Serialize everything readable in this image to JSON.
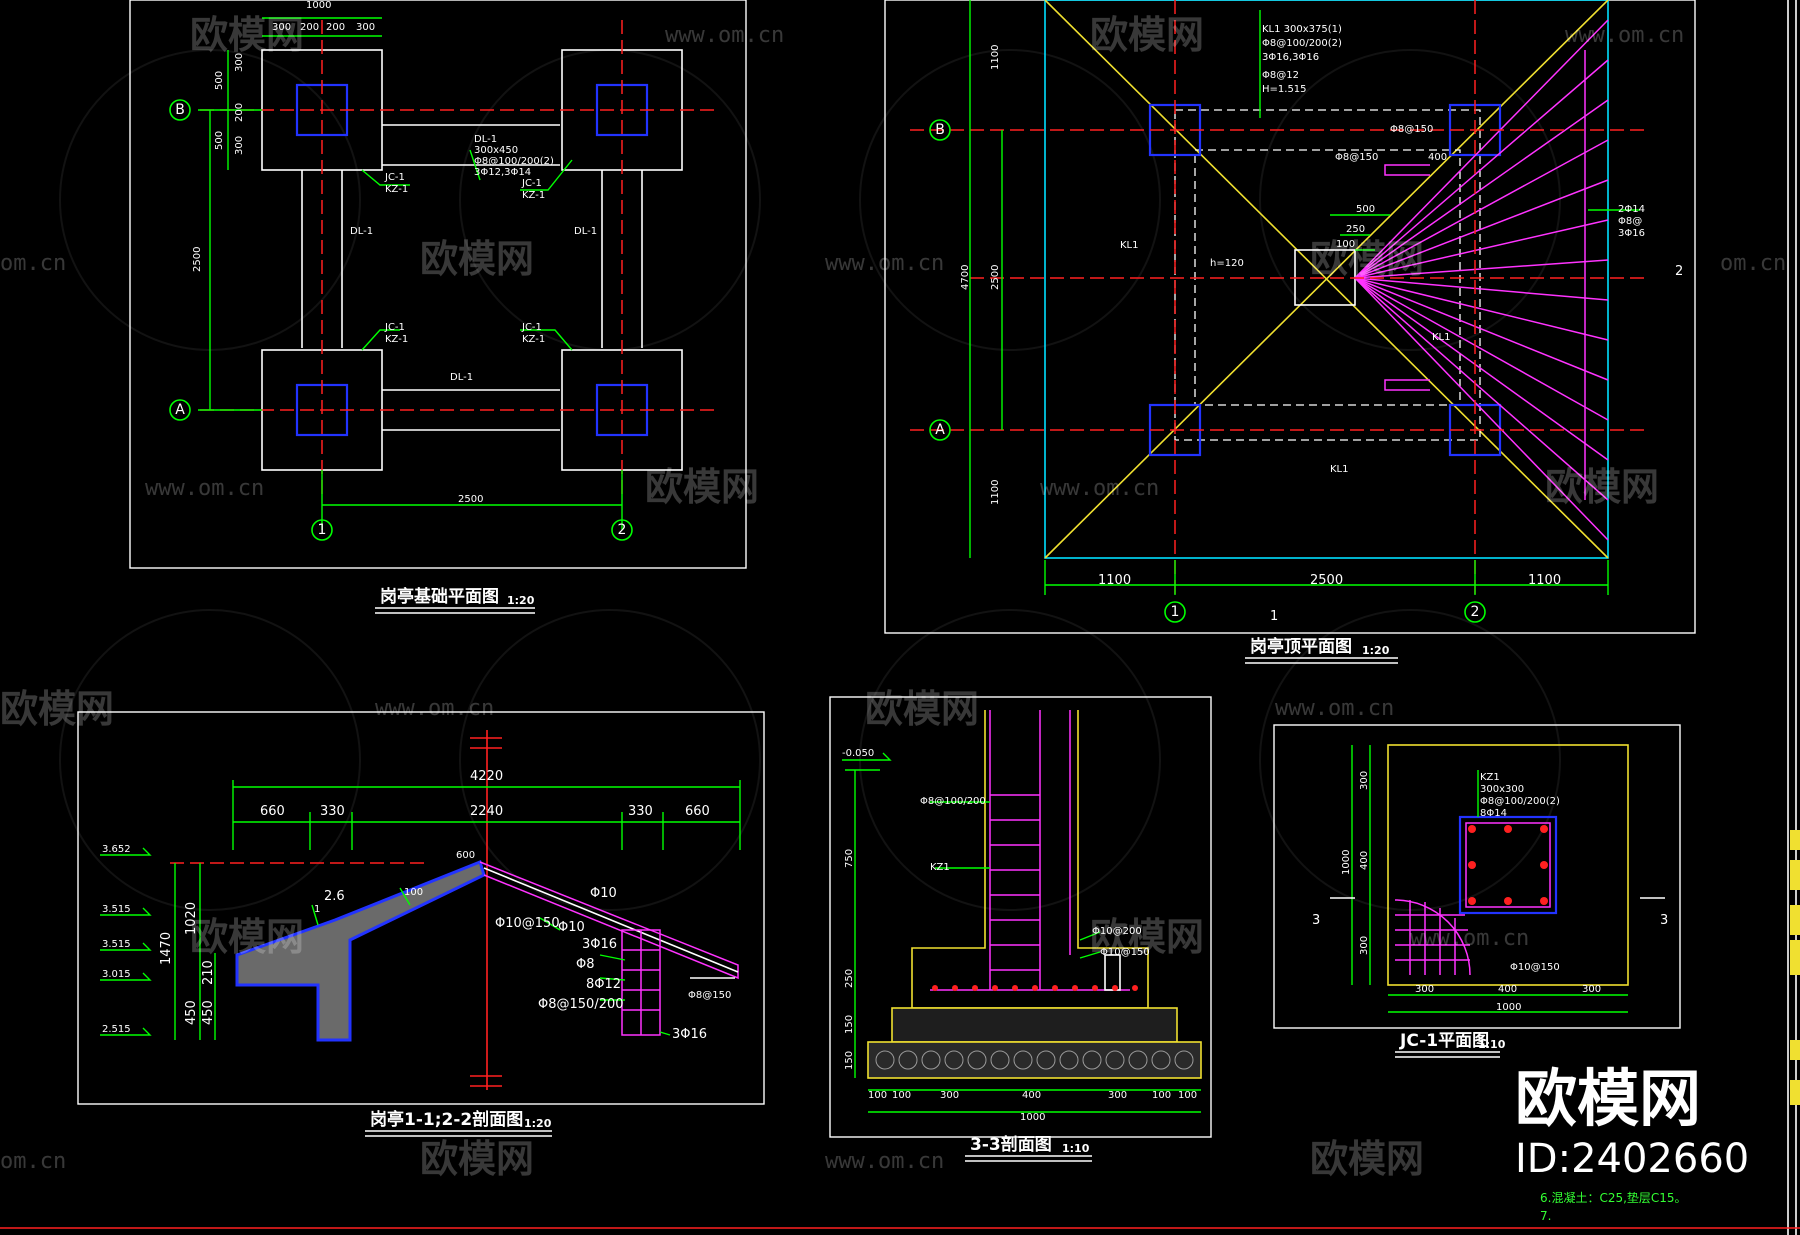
{
  "drawings": {
    "foundation_plan": {
      "title": "岗亭基础平面图",
      "scale": "1:20",
      "dims_top": [
        "1000",
        "300",
        "200",
        "200",
        "300"
      ],
      "dims_left": [
        "500",
        "300",
        "200",
        "300",
        "500",
        "2500"
      ],
      "dim_bottom": "2500",
      "labels": [
        "JC-1",
        "KZ-1",
        "JC-1",
        "KZ-1",
        "JC-1",
        "KZ-1",
        "JC-1",
        "KZ-1",
        "DL-1",
        "DL-1",
        "DL-1"
      ],
      "beam_note": [
        "DL-1",
        "300x450",
        "Φ8@100/200(2)",
        "3Φ12,3Φ14"
      ],
      "axes": [
        "B",
        "A",
        "1",
        "2"
      ]
    },
    "roof_plan": {
      "title": "岗亭顶平面图",
      "scale": "1:20",
      "note": [
        "KL1 300x375(1)",
        "Φ8@100/200(2)",
        "3Φ16,3Φ16",
        "Φ8@12",
        "H=1.515"
      ],
      "dims_bottom": [
        "1100",
        "2500",
        "1100"
      ],
      "dims_left": [
        "1100",
        "4700",
        "2500",
        "1100"
      ],
      "dims_center": [
        "500",
        "250",
        "100"
      ],
      "labels": [
        "Φ8@150",
        "Φ8@150",
        "400",
        "KL1",
        "h=120",
        "KL1",
        "KL1"
      ],
      "right_note": [
        "2Φ14",
        "Φ8@",
        "3Φ16"
      ],
      "section_mark": "2",
      "section_mark_bottom": "1",
      "axes": [
        "B",
        "A",
        "1",
        "2"
      ]
    },
    "section_1_2": {
      "title": "岗亭1-1;2-2剖面图",
      "scale": "1:20",
      "dim_total": "4220",
      "dims": [
        "660",
        "330",
        "2240",
        "330",
        "660"
      ],
      "elev": [
        "3.652",
        "3.515",
        "3.515",
        "3.015",
        "2.515"
      ],
      "vert_dims": [
        "1020",
        "1470",
        "210",
        "450",
        "450"
      ],
      "slope": [
        "2.6",
        "1"
      ],
      "rebar": [
        "600",
        "Φ10",
        "Φ10@150",
        "Φ10",
        "3Φ16",
        "Φ8",
        "8Φ12",
        "Φ8@150/200",
        "Φ8@150",
        "3Φ16",
        "100"
      ]
    },
    "section_3_3": {
      "title": "3-3剖面图",
      "scale": "1:10",
      "top_elev": "-0.050",
      "labels": [
        "Φ8@100/200",
        "KZ1",
        "Φ10@200",
        "Φ10@150"
      ],
      "vert_dims": [
        "750",
        "250",
        "150",
        "150"
      ],
      "dims_bottom": [
        "100",
        "100",
        "300",
        "400",
        "300",
        "100",
        "100"
      ],
      "dim_total": "1000"
    },
    "jc1_plan": {
      "title": "JC-1平面图",
      "scale": "1:10",
      "column_note": [
        "KZ1",
        "300x300",
        "Φ8@100/200(2)",
        "8Φ14"
      ],
      "rebar": "Φ10@150",
      "vert_dims": [
        "300",
        "1000",
        "400",
        "300"
      ],
      "dims_bottom": [
        "300",
        "400",
        "300"
      ],
      "dim_total": "1000",
      "section_marks": [
        "3",
        "3"
      ]
    }
  },
  "watermark": {
    "text": "欧模网",
    "url": "www.om.cn",
    "url_partial": "om.cn"
  },
  "brand": {
    "name": "欧模网",
    "id": "ID:2402660"
  },
  "notes_fragment": [
    "6.混凝土：C25,垫层C15。",
    "7."
  ]
}
